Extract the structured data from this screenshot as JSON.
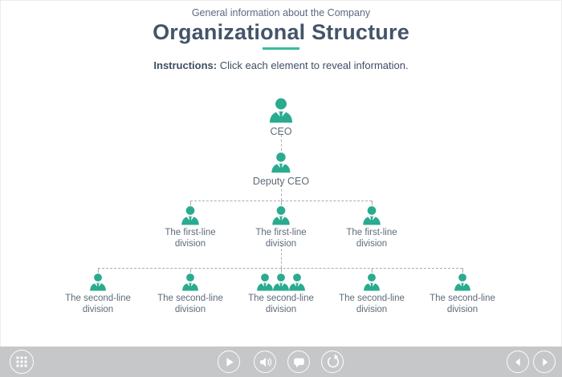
{
  "slide": {
    "subtitle": "General information about the Company",
    "title": "Organizational Structure",
    "instructions_label": "Instructions:",
    "instructions_text": "Click each element to reveal information."
  },
  "org_chart": {
    "ceo": {
      "label": "CEO"
    },
    "deputy_ceo": {
      "label": "Deputy CEO"
    },
    "first_line": [
      {
        "label": "The first-line division"
      },
      {
        "label": "The first-line division"
      },
      {
        "label": "The first-line division"
      }
    ],
    "second_line": [
      {
        "label": "The second-line division"
      },
      {
        "label": "The second-line division"
      },
      {
        "label": "The second-line division"
      },
      {
        "label": "The second-line division"
      },
      {
        "label": "The second-line division"
      }
    ]
  },
  "toolbar": {
    "icons": {
      "menu": "grid-menu-icon",
      "play": "play-icon",
      "volume": "volume-icon",
      "captions": "captions-icon",
      "replay": "replay-icon",
      "previous": "previous-icon",
      "next": "next-icon"
    }
  },
  "colors": {
    "accent_teal": "#2aab8f",
    "underline_teal": "#3abb9d",
    "title_text": "#44546a",
    "node_label_text": "#5d6b79",
    "connector": "#a6aeb6",
    "toolbar_background": "#c6c7c8"
  }
}
